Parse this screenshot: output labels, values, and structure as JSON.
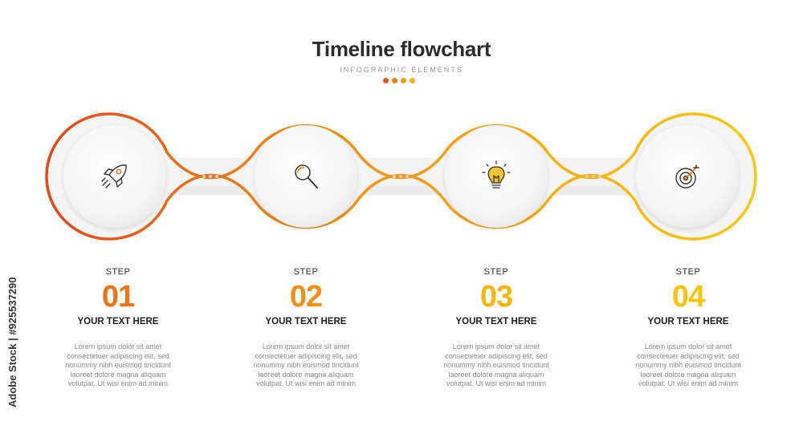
{
  "header": {
    "title": "Timeline flowchart",
    "subtitle": "INFOGRAPHIC ELEMENTS",
    "dot_colors": [
      "#e8501e",
      "#f07d1a",
      "#f59f16",
      "#f7b413"
    ]
  },
  "watermark": "Adobe Stock | #925537290",
  "steps": [
    {
      "label": "STEP",
      "number": "01",
      "heading": "YOUR TEXT HERE",
      "description": "Lorem ipsum dolor sit amet consectetuer adipiscing elit, sed nonummy nibh euismod tincidunt laoreet dolore magna aliquam volutpat. Ut wisi enim ad minim",
      "icon": "rocket-icon",
      "color": "#f07416"
    },
    {
      "label": "STEP",
      "number": "02",
      "heading": "YOUR TEXT HERE",
      "description": "Lorem ipsum dolor sit amet consectetuer adipiscing elit, sed nonummy nibh euismod tincidunt laoreet dolore magna aliquam volutpat. Ut wisi enim ad minim",
      "icon": "magnifier-icon",
      "color": "#f58f16"
    },
    {
      "label": "STEP",
      "number": "03",
      "heading": "YOUR TEXT HERE",
      "description": "Lorem ipsum dolor sit amet consectetuer adipiscing elit, sed nonummy nibh euismod tincidunt laoreet dolore magna aliquam volutpat. Ut wisi enim ad minim",
      "icon": "lightbulb-icon",
      "color": "#f7b50f"
    },
    {
      "label": "STEP",
      "number": "04",
      "heading": "YOUR TEXT HERE",
      "description": "Lorem ipsum dolor sit amet consectetuer adipiscing elit, sed nonummy nibh euismod tincidunt laoreet dolore magna aliquam volutpat. Ut wisi enim ad minim",
      "icon": "target-icon",
      "color": "#f8c30d"
    }
  ]
}
